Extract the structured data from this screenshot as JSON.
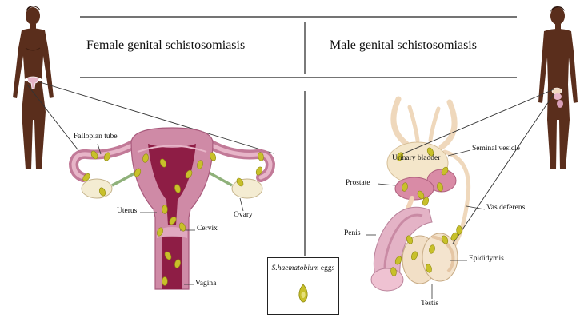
{
  "headings": {
    "female": "Female genital schistosomiasis",
    "male": "Male genital schistosomiasis"
  },
  "female_labels": {
    "fallopian_tube": "Fallopian tube",
    "uterus": "Uterus",
    "cervix": "Cervix",
    "ovary": "Ovary",
    "vagina": "Vagina"
  },
  "male_labels": {
    "urinary_bladder": "Urinary bladder",
    "seminal_vesicle": "Seminal vesicle",
    "prostate": "Prostate",
    "vas_deferens": "Vas deferens",
    "penis": "Penis",
    "epididymis": "Epididymis",
    "testis": "Testis"
  },
  "legend": {
    "species": "S.haematobium",
    "suffix": " eggs"
  },
  "colors": {
    "skin": "#5a2e1c",
    "uterus": "#cf8aa6",
    "uterus_inner": "#8e1d45",
    "tube": "#c27a98",
    "ovary": "#f4ecd2",
    "tissue": "#f3dfc4",
    "egg": "#c8c02a"
  }
}
